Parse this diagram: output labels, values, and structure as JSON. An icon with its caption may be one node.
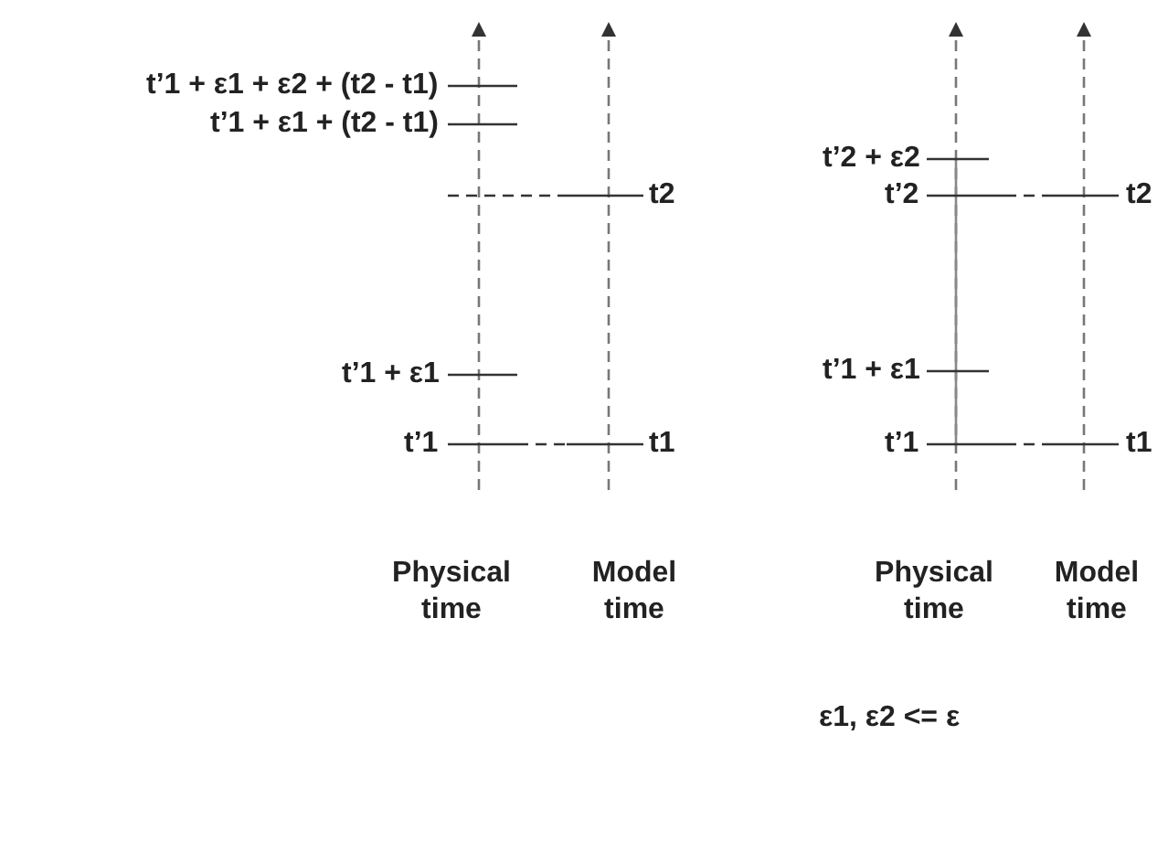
{
  "diagram": {
    "labels": [
      "t’1 + ε1 + ε2 + (t2 - t1)",
      "t’1 + ε1 + (t2 - t1)",
      "t’2 + ε2",
      "t2",
      "t’2",
      "t2",
      "t’1 + ε1",
      "t’1 + ε1",
      "t’1",
      "t1",
      "t’1",
      "t1",
      "Physical time",
      "Model time",
      "Physical time",
      "Model time",
      "ε1, ε2 <= ε"
    ]
  }
}
